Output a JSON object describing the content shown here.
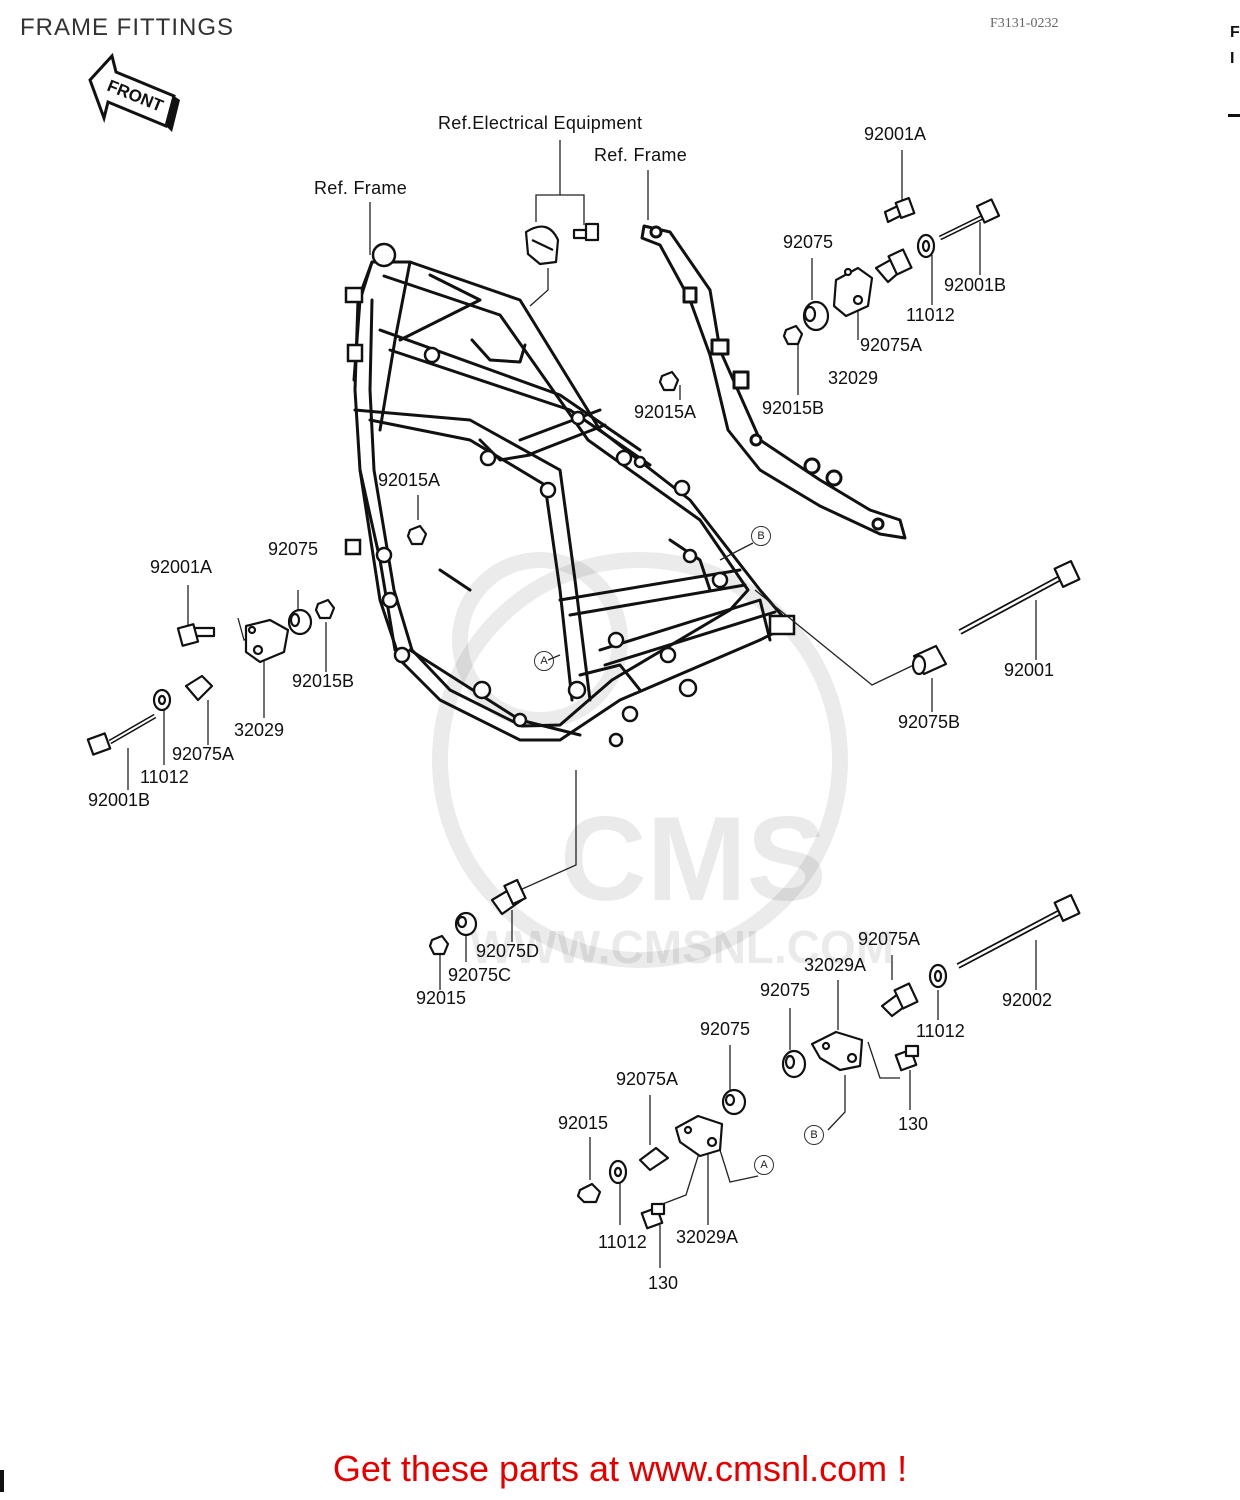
{
  "header": {
    "title": "FRAME FITTINGS",
    "figure_code": "F3131-0232"
  },
  "front_arrow": {
    "label": "FRONT"
  },
  "refs": {
    "electrical": "Ref.Electrical Equipment",
    "frame_rear": "Ref. Frame",
    "frame_main": "Ref. Frame"
  },
  "callouts": {
    "a": "A",
    "b": "B"
  },
  "watermark": {
    "logo": "CMS",
    "site": "WWW.CMSNL.COM"
  },
  "footer": {
    "text": "Get these parts at www.cmsnl.com !"
  },
  "parts": {
    "tr_92001A": "92001A",
    "tr_92075": "92075",
    "tr_92001B": "92001B",
    "tr_11012": "11012",
    "tr_92075A": "92075A",
    "tr_32029": "32029",
    "tr_92015B": "92015B",
    "mid_92015A_rear": "92015A",
    "mid_92015A_frame": "92015A",
    "l_92001A": "92001A",
    "l_92075": "92075",
    "l_92015B": "92015B",
    "l_32029": "32029",
    "l_92075A": "92075A",
    "l_11012": "11012",
    "l_92001B": "92001B",
    "r_92001": "92001",
    "r_92075B": "92075B",
    "c_92075D": "92075D",
    "c_92075C": "92075C",
    "c_92015": "92015",
    "br_92075A": "92075A",
    "br_32029A": "32029A",
    "br_92075": "92075",
    "br_11012": "11012",
    "br_92002": "92002",
    "br_130": "130",
    "bl_92075": "92075",
    "bl_92075A": "92075A",
    "bl_92015": "92015",
    "bl_11012": "11012",
    "bl_32029A": "32029A",
    "bl_130": "130"
  }
}
